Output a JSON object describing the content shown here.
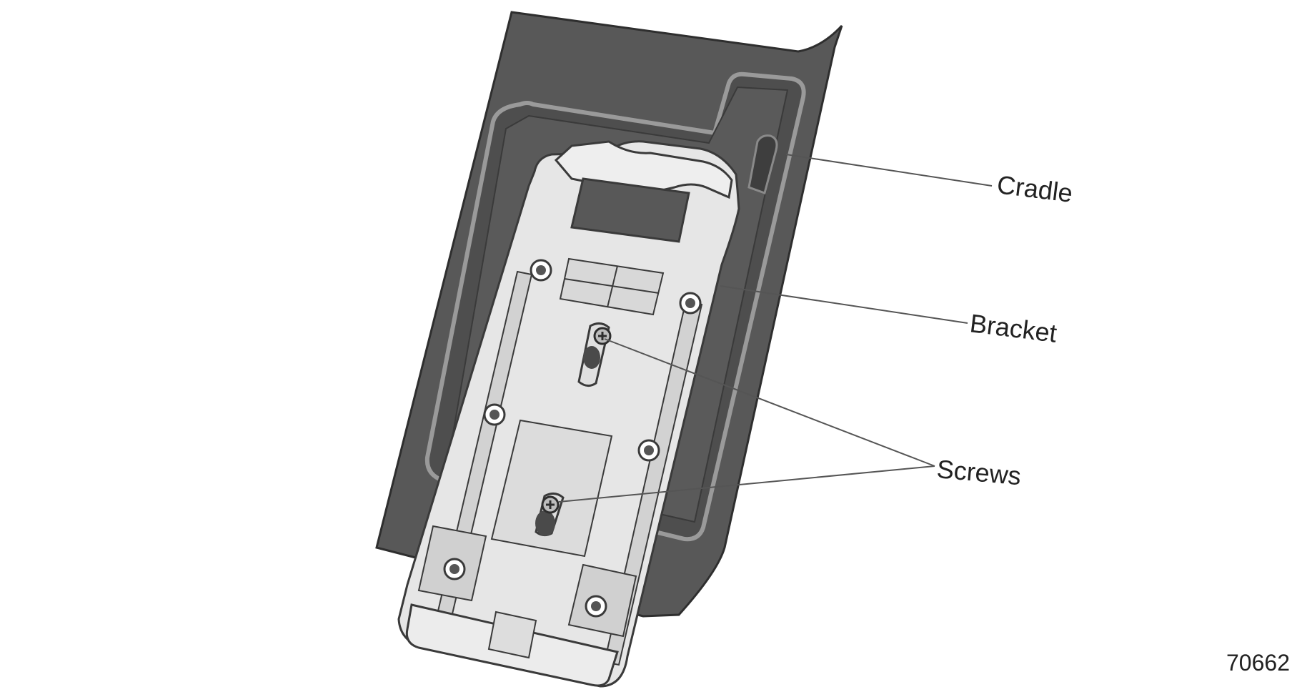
{
  "callouts": {
    "cradle": "Cradle",
    "bracket": "Bracket",
    "screws": "Screws"
  },
  "figure_number": "70662",
  "colors": {
    "cradle_body": "#585858",
    "cradle_inner": "#4a4a4a",
    "bracket_fill": "#e6e6e6",
    "bracket_stroke": "#3a3a3a",
    "leader_line": "#555555"
  }
}
